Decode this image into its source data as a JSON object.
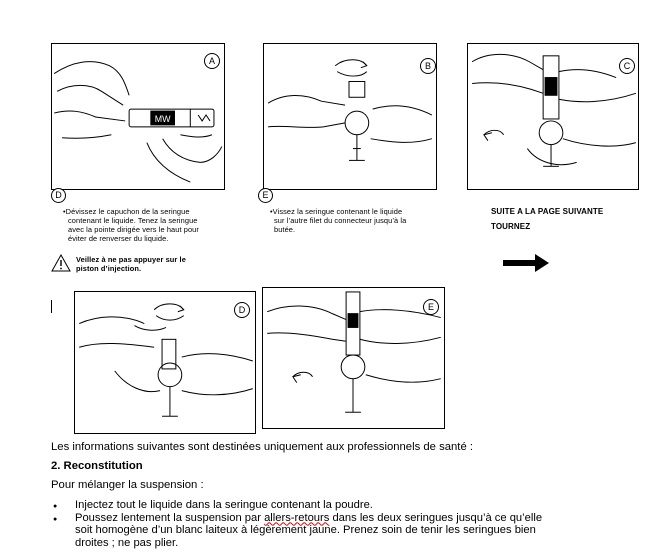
{
  "panels": {
    "a": {
      "letter": "A"
    },
    "b": {
      "letter": "B"
    },
    "c": {
      "letter": "C"
    },
    "d": {
      "letter": "D"
    },
    "e": {
      "letter": "E"
    }
  },
  "syringe_label": "MW",
  "step_d": {
    "letter": "D",
    "text_lines": [
      "•Dévissez le capuchon de la seringue",
      "contenant le liquide. Tenez la seringue",
      "avec la pointe dirigée vers le haut pour",
      "éviter de renverser du liquide."
    ]
  },
  "step_e": {
    "letter": "E",
    "text_lines": [
      "•Vissez la seringue contenant le liquide",
      "sur l’autre filet du connecteur jusqu’à la",
      "butée."
    ]
  },
  "warning": {
    "lines": [
      "Veillez à ne pas appuyer sur le",
      "piston d’injection."
    ]
  },
  "continue": {
    "line1": "SUITE A LA PAGE SUIVANTE",
    "line2": "TOURNEZ"
  },
  "info_text": "Les informations suivantes sont destinées uniquement aux professionnels de santé :",
  "section_title": "2. Reconstitution",
  "intro": "Pour mélanger la suspension :",
  "bullets": {
    "b1": "Injectez tout le liquide dans la seringue contenant la poudre.",
    "b2_pre": "Poussez lentement la suspension par ",
    "b2_underlined": "allers-retours",
    "b2_post": " dans les deux seringues jusqu’à ce qu’elle",
    "b2_line2": "soit homogène d’un blanc laiteux à légèrement jaune. Prenez soin de tenir les seringues bien",
    "b2_line3": "droites ; ne pas plier."
  }
}
